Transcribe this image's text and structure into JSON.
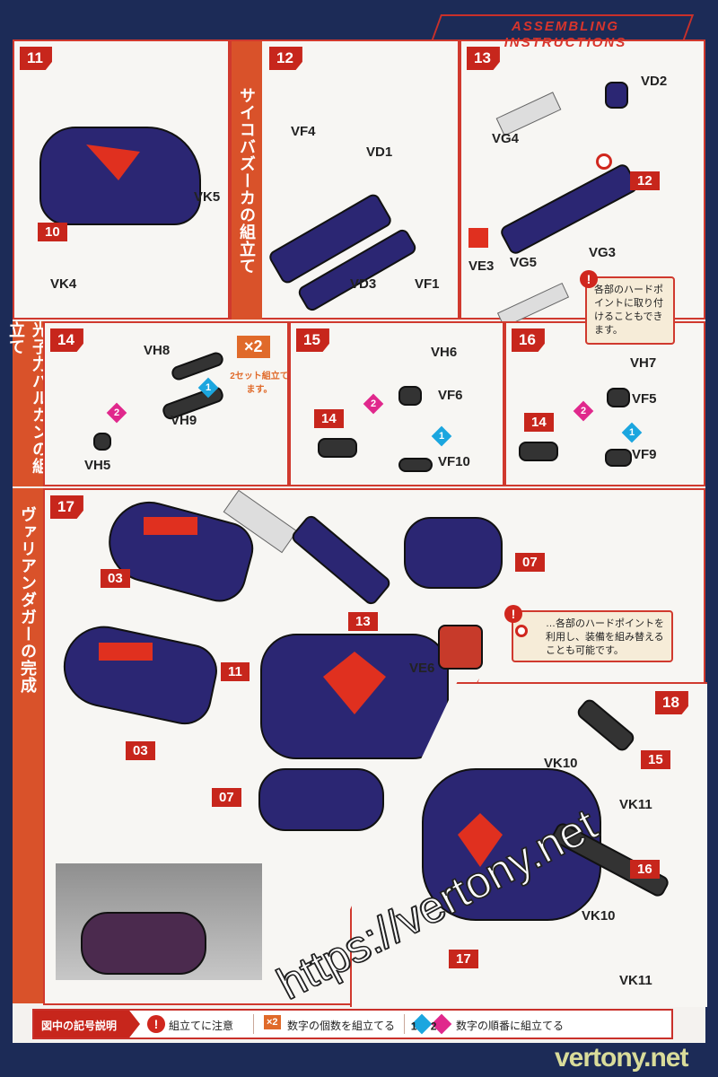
{
  "header": {
    "title": "ASSEMBLING INSTRUCTIONS"
  },
  "side_tabs": {
    "bazooka": "サイコバズーカの組立て",
    "vulcan": "光子力バルカンの組立て",
    "dagger": "ヴァリアンダガーの完成"
  },
  "steps": {
    "s11": {
      "num": "11",
      "tag": "10",
      "parts": [
        "VK5",
        "VK4"
      ]
    },
    "s12": {
      "num": "12",
      "parts": [
        "VF4",
        "VD1",
        "VD3",
        "VF1"
      ]
    },
    "s13": {
      "num": "13",
      "tag": "12",
      "parts": [
        "VD2",
        "VG4",
        "VE3",
        "VG5",
        "VG3"
      ],
      "note": "各部のハードポイントに取り付けることもできます。"
    },
    "s14": {
      "num": "14",
      "parts": [
        "VH8",
        "VH9",
        "VH5"
      ],
      "count": "×2",
      "count_note": "2セット組立てます。",
      "order": [
        "1",
        "2"
      ]
    },
    "s15": {
      "num": "15",
      "tag": "14",
      "parts": [
        "VH6",
        "VF6",
        "VF10"
      ],
      "order": [
        "1",
        "2"
      ]
    },
    "s16": {
      "num": "16",
      "tag": "14",
      "parts": [
        "VH7",
        "VF5",
        "VF9"
      ],
      "order": [
        "1",
        "2"
      ]
    },
    "s17": {
      "num": "17",
      "tags": [
        "03",
        "03",
        "11",
        "13",
        "07",
        "07"
      ],
      "parts": [
        "VE6"
      ],
      "note": "…各部のハードポイントを利用し、装備を組み替えることも可能です。"
    },
    "s18": {
      "num": "18",
      "tags": [
        "15",
        "16",
        "17"
      ],
      "parts": [
        "VK10",
        "VK11",
        "VK10",
        "VK11"
      ]
    }
  },
  "legend": {
    "title": "図中の記号説明",
    "caution": "組立てに注意",
    "count_icon": "×2",
    "count": "数字の個数を組立てる",
    "order": "数字の順番に組立てる",
    "order_nums": [
      "1",
      "2"
    ]
  },
  "watermark": {
    "url": "https://vertony.net",
    "site": "vertony.net"
  },
  "colors": {
    "navy": "#1c2b57",
    "red": "#c7261c",
    "orange": "#d9522a",
    "cyan": "#1ba6df",
    "magenta": "#e0288c"
  }
}
